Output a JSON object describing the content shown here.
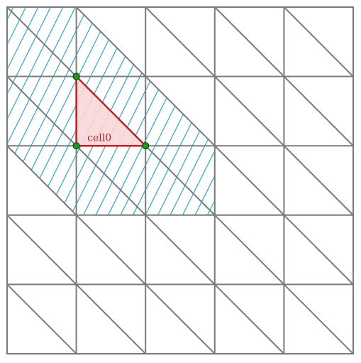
{
  "mesh": {
    "cols": 5,
    "rows": 5,
    "line_color": "#7a7a7a"
  },
  "patch": {
    "hatch_color": "#2aa7c4",
    "cells": [
      [
        0,
        0
      ],
      [
        1,
        0
      ],
      [
        2,
        0
      ],
      [
        0,
        1
      ],
      [
        1,
        1
      ],
      [
        2,
        1
      ],
      [
        0,
        2
      ],
      [
        1,
        2
      ],
      [
        2,
        2
      ]
    ]
  },
  "highlighted_cell": {
    "label": "cell0",
    "fill_color": "#f8d7d7",
    "edge_color": "#c02020",
    "label_color": "#c02020",
    "vertices": [
      [
        1,
        1
      ],
      [
        1,
        2
      ],
      [
        2,
        2
      ]
    ]
  },
  "vertex_marker": {
    "fill_color": "#1a9a1a",
    "edge_color": "#0a4a0a"
  }
}
